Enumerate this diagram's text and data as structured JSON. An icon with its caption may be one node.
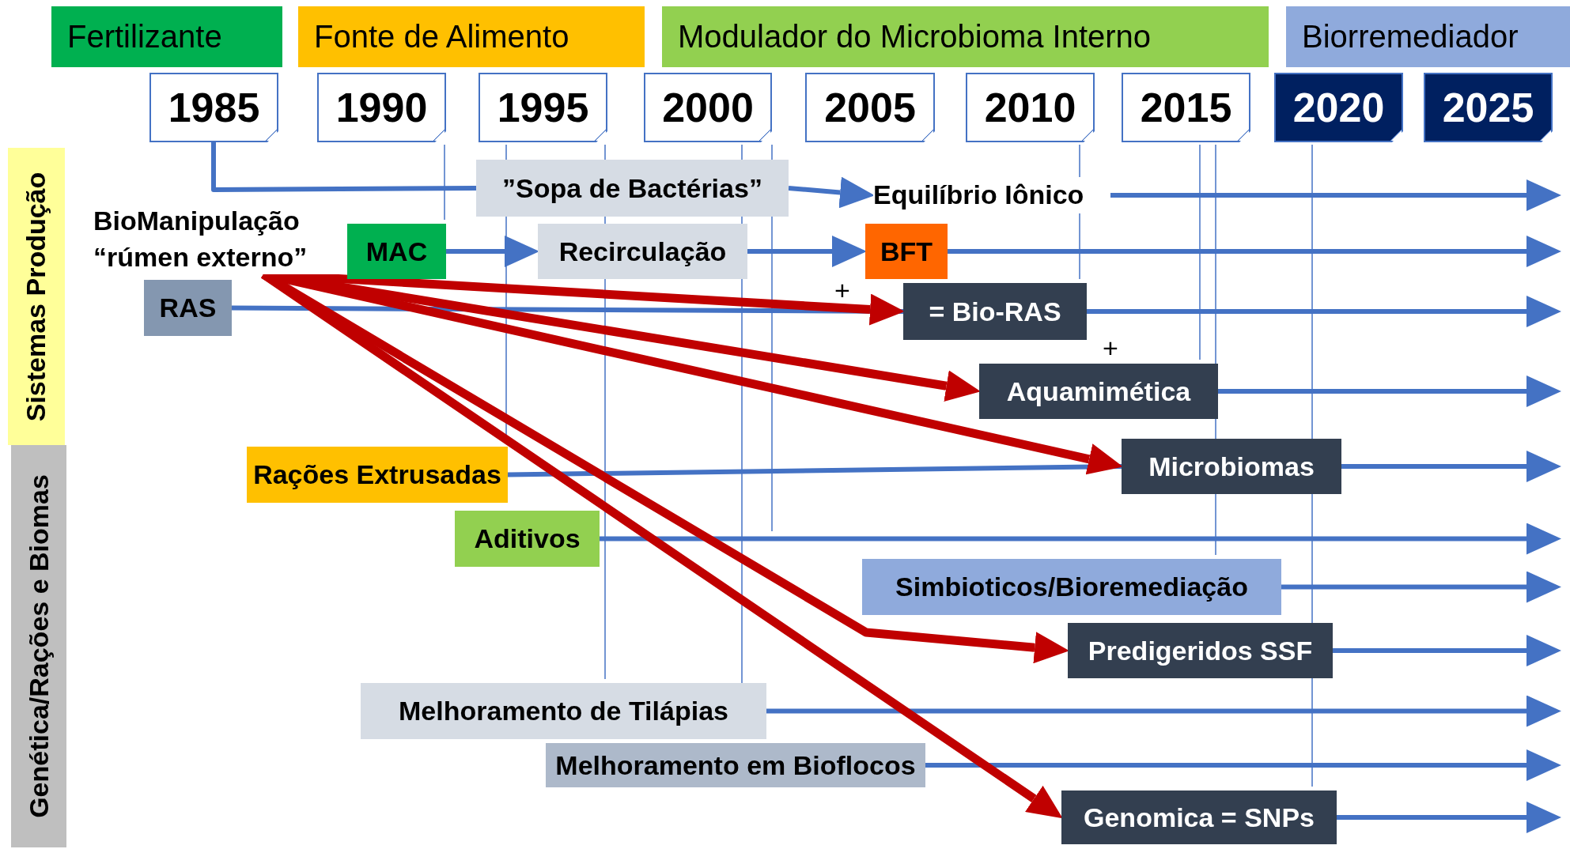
{
  "diagram": {
    "nodes": [
      {
        "text": [
          "Fertilizante"
        ]
      },
      {
        "text": [
          "Fonte de Alimento"
        ]
      },
      {
        "text": [
          "Modulador do Microbioma Interno"
        ]
      },
      {
        "text": [
          "Biorremediador"
        ]
      },
      {
        "text": [
          "1985"
        ]
      },
      {
        "text": [
          "1990"
        ]
      },
      {
        "text": [
          "1995"
        ]
      },
      {
        "text": [
          "2000"
        ]
      },
      {
        "text": [
          "2005"
        ]
      },
      {
        "text": [
          "2010"
        ]
      },
      {
        "text": [
          "2015"
        ]
      },
      {
        "text": [
          "2020"
        ]
      },
      {
        "text": [
          "2025"
        ]
      },
      {
        "text": [
          "Sistemas Produção"
        ]
      },
      {
        "text": [
          "Genética/Rações e Biomas"
        ]
      },
      {
        "text": [
          "BioManipulação “rúmen externo”"
        ]
      },
      {
        "text": [
          "”Sopa de Bactérias”"
        ]
      },
      {
        "text": [
          "Equilíbrio Iônico"
        ]
      },
      {
        "text": [
          "MAC"
        ]
      },
      {
        "text": [
          "Recirculação"
        ]
      },
      {
        "text": [
          "BFT"
        ]
      },
      {
        "text": [
          "RAS"
        ]
      },
      {
        "text": [
          "= Bio-RAS"
        ]
      },
      {
        "text": [
          "Aquamimética"
        ]
      },
      {
        "text": [
          "Rações Extrusadas"
        ]
      },
      {
        "text": [
          "Microbiomas"
        ]
      },
      {
        "text": [
          "Aditivos"
        ]
      },
      {
        "text": [
          "Simbioticos/Bioremediação"
        ]
      },
      {
        "text": [
          "Predigeridos SSF"
        ]
      },
      {
        "text": [
          "Melhoramento de Tilápias"
        ]
      },
      {
        "text": [
          "Melhoramento em Bioflocos"
        ]
      },
      {
        "text": [
          "Genomica = SNPs"
        ]
      }
    ],
    "edges": [
      {
        "from": 4,
        "to": 16,
        "arrow": "none"
      },
      {
        "from": 16,
        "to": 17,
        "arrow": "to"
      },
      {
        "from": 17,
        "to": null,
        "arrow": "to"
      },
      {
        "from": 18,
        "to": 19,
        "arrow": "to"
      },
      {
        "from": 19,
        "to": 20,
        "arrow": "to"
      },
      {
        "from": 20,
        "to": null,
        "arrow": "to"
      },
      {
        "from": 21,
        "to": 22,
        "arrow": "none"
      },
      {
        "from": 22,
        "to": null,
        "arrow": "to"
      },
      {
        "from": 23,
        "to": null,
        "arrow": "to"
      },
      {
        "from": 24,
        "to": 25,
        "arrow": "none"
      },
      {
        "from": 25,
        "to": null,
        "arrow": "to"
      },
      {
        "from": 26,
        "to": null,
        "arrow": "to"
      },
      {
        "from": 27,
        "to": null,
        "arrow": "to"
      },
      {
        "from": 28,
        "to": null,
        "arrow": "to"
      },
      {
        "from": 29,
        "to": null,
        "arrow": "to"
      },
      {
        "from": 30,
        "to": null,
        "arrow": "to"
      },
      {
        "from": 31,
        "to": null,
        "arrow": "to"
      },
      {
        "from": 15,
        "to": 22,
        "arrow": "to",
        "style": "thick",
        "color": "#c00000"
      },
      {
        "from": 15,
        "to": 23,
        "arrow": "to",
        "style": "thick",
        "color": "#c00000"
      },
      {
        "from": 15,
        "to": 25,
        "arrow": "to",
        "style": "thick",
        "color": "#c00000"
      },
      {
        "from": 15,
        "to": 28,
        "arrow": "to",
        "style": "thick",
        "color": "#c00000"
      },
      {
        "from": 15,
        "to": 31,
        "arrow": "to",
        "style": "thick",
        "color": "#c00000"
      }
    ],
    "labels": [
      "+",
      "+"
    ]
  }
}
